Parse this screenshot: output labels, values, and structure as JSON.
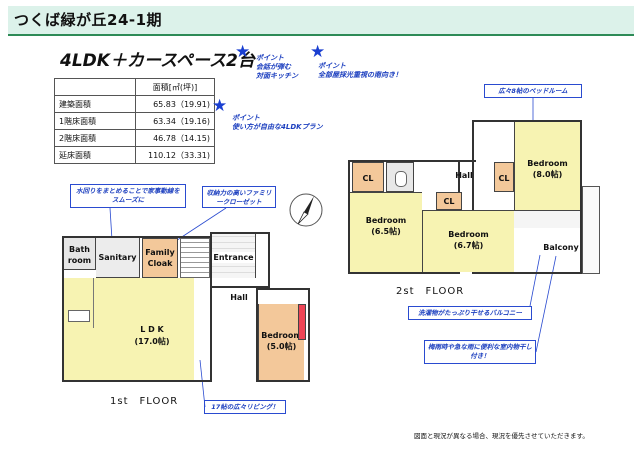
{
  "header": {
    "title": "つくば緑が丘24-1期"
  },
  "plan_title": "4LDK＋カースペース2台",
  "area_table": {
    "header": "面積[㎡(坪)]",
    "rows": [
      {
        "label": "建築面積",
        "value": "65.83（19.91)"
      },
      {
        "label": "1階床面積",
        "value": "63.34（19.16)"
      },
      {
        "label": "2階床面積",
        "value": "46.78（14.15)"
      },
      {
        "label": "延床面積",
        "value": "110.12（33.31)"
      }
    ]
  },
  "points": [
    {
      "line1": "ポイント",
      "line2": "会話が弾む",
      "line3": "対面キッチン"
    },
    {
      "line1": "ポイント",
      "line2": "全部屋採光重視の南向き！"
    },
    {
      "line1": "ポイント",
      "line2": "使い方が自由な4LDKプラン"
    }
  ],
  "callouts": {
    "water": "水回りをまとめることで家事動線をスムーズに",
    "closet": "収納力の高いファミリークローゼット",
    "bedroom8": "広々8帖のベッドルーム",
    "balcony": "洗濯物がたっぷり干せるバルコニー",
    "indoor_dry": "梅雨時や急な雨に便利な室内物干し付き！",
    "living": "17帖の広々リビング！"
  },
  "floor1": {
    "label": "1st　FLOOR",
    "rooms": {
      "bath": "Bath",
      "room": "room",
      "sanitary": "Sanitary",
      "family_cloak": "Family Cloak",
      "entrance": "Entrance",
      "hall": "Hall",
      "ldk": "L D K",
      "ldk_size": "(17.0帖)",
      "bedroom": "Bedroom",
      "bedroom_size": "(5.0帖)"
    }
  },
  "floor2": {
    "label": "2st　FLOOR",
    "rooms": {
      "cl1": "CL",
      "cl2": "CL",
      "cl3": "CL",
      "hall": "Hall",
      "bed8": "Bedroom",
      "bed8_size": "(8.0帖)",
      "bed65": "Bedroom",
      "bed65_size": "(6.5帖)",
      "bed67": "Bedroom",
      "bed67_size": "(6.7帖)",
      "balcony": "Balcony"
    }
  },
  "footer": "図面と現況が異なる場合、現況を優先させていただきます。",
  "colors": {
    "header_bg": "#dcf2ea",
    "accent": "#2e8b57",
    "callout": "#1c3fbf",
    "cloak": "#f3c89a",
    "ldk": "#f7f3b2",
    "wet": "#e8e8e8"
  }
}
